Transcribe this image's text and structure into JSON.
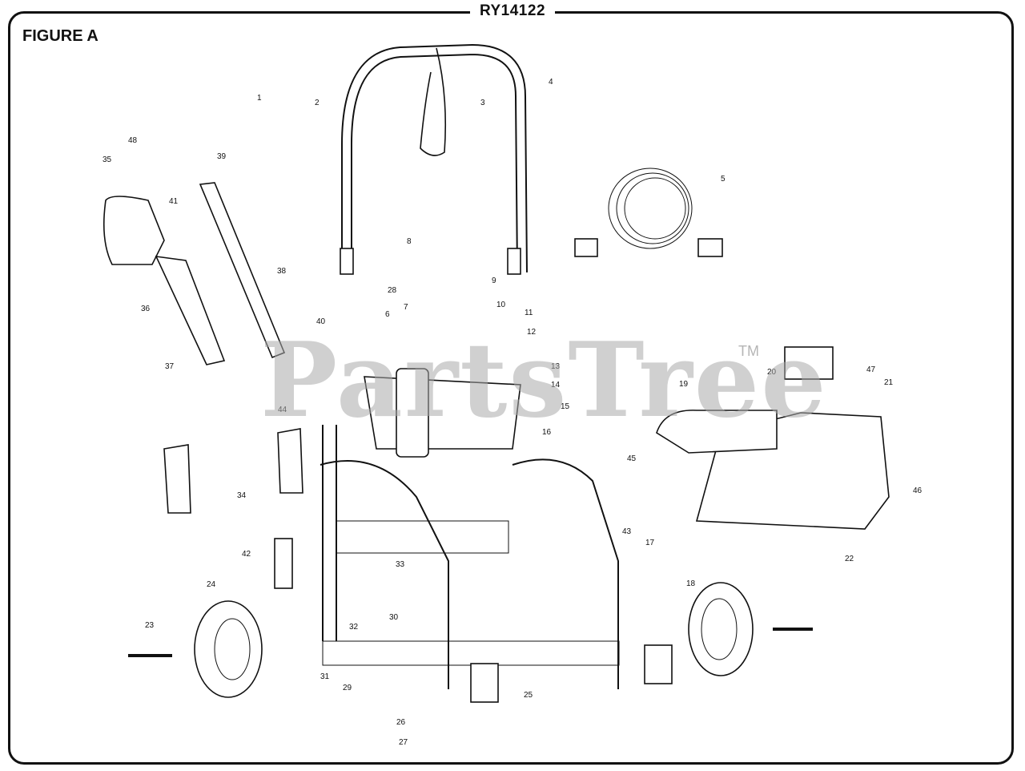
{
  "header": {
    "model_number": "RY14122",
    "figure_label": "FIGURE A"
  },
  "watermark": {
    "text": "PartsTree",
    "tm": "TM"
  },
  "callouts": [
    "1",
    "2",
    "3",
    "4",
    "5",
    "6",
    "7",
    "8",
    "9",
    "10",
    "11",
    "12",
    "13",
    "14",
    "15",
    "16",
    "17",
    "18",
    "19",
    "20",
    "21",
    "22",
    "23",
    "24",
    "25",
    "26",
    "27",
    "28",
    "29",
    "30",
    "31",
    "32",
    "33",
    "34",
    "35",
    "36",
    "37",
    "38",
    "39",
    "40",
    "41",
    "42",
    "43",
    "44",
    "45",
    "46",
    "47",
    "48"
  ]
}
